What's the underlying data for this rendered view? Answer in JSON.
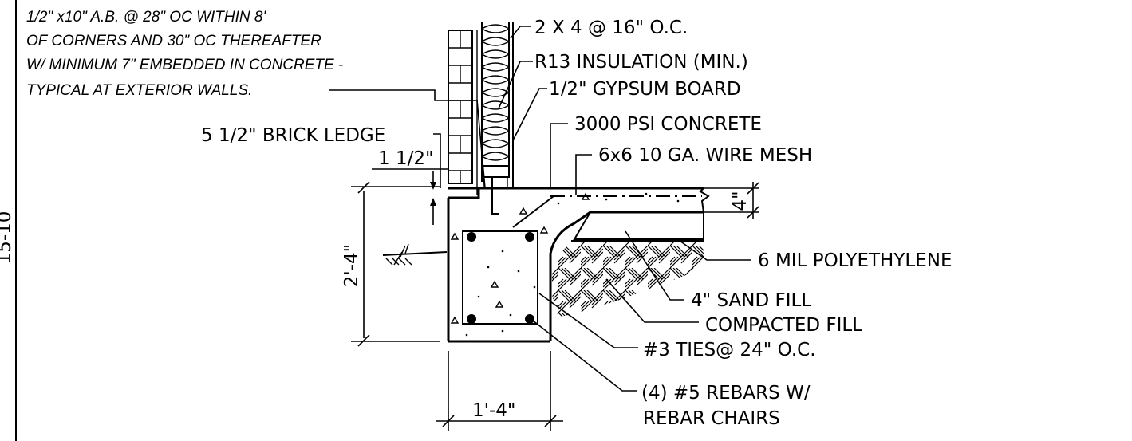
{
  "side_label": "15-10",
  "note_anchor_bolts": [
    "1/2\" x10\" A.B. @ 28\" OC WITHIN 8'",
    "OF CORNERS AND 30\" OC THEREAFTER",
    "W/ MINIMUM 7\" EMBEDDED IN CONCRETE -",
    "TYPICAL AT EXTERIOR WALLS."
  ],
  "labels": {
    "studs": "2 X 4 @ 16\" O.C.",
    "insulation": "R13 INSULATION (MIN.)",
    "gypsum": "1/2\" GYPSUM BOARD",
    "brick_ledge": "5 1/2\" BRICK LEDGE",
    "concrete": "3000 PSI CONCRETE",
    "wire_mesh": "6x6 10 GA. WIRE MESH",
    "polyethylene": "6 MIL POLYETHYLENE",
    "sand_fill": "4\" SAND FILL",
    "compacted_fill": "COMPACTED FILL",
    "ties": "#3 TIES@ 24\" O.C.",
    "rebars_line1": "(4) #5 REBARS W/",
    "rebars_line2": "REBAR CHAIRS"
  },
  "dimensions": {
    "ledge_drop": "1 1/2\"",
    "slab_thickness": "4\"",
    "footing_depth": "2'-4\"",
    "footing_width": "1'-4\""
  }
}
